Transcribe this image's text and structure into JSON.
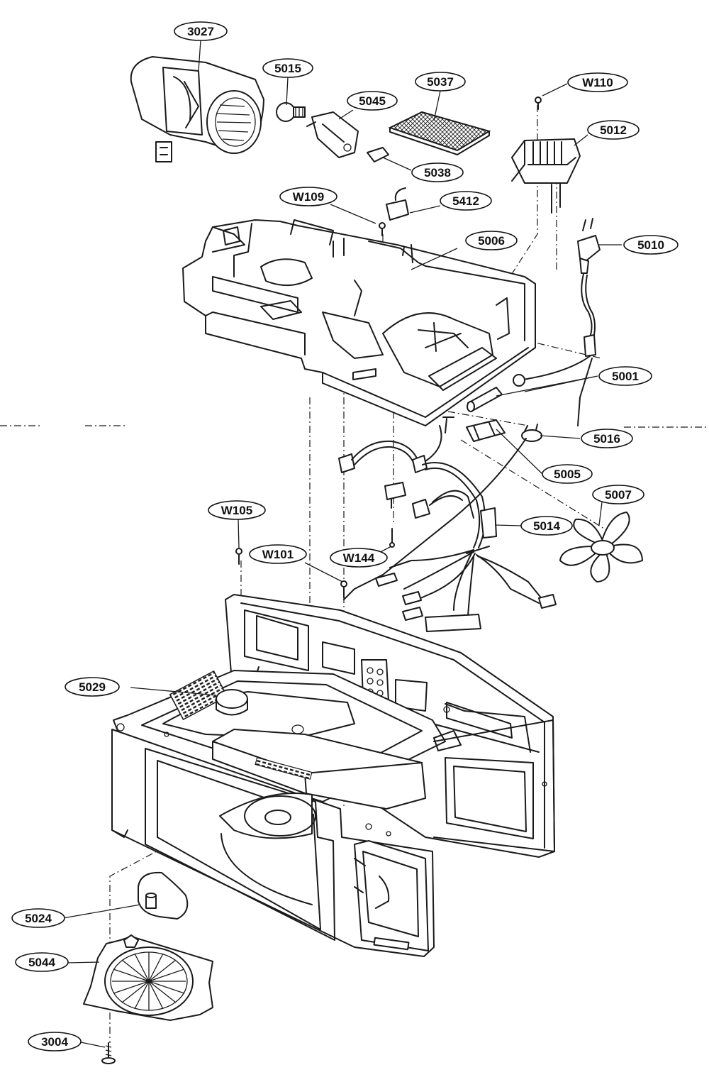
{
  "callouts": [
    {
      "id": "3027",
      "text": "3027"
    },
    {
      "id": "5015",
      "text": "5015"
    },
    {
      "id": "5045",
      "text": "5045"
    },
    {
      "id": "5037",
      "text": "5037"
    },
    {
      "id": "w110",
      "text": "W110"
    },
    {
      "id": "5012",
      "text": "5012"
    },
    {
      "id": "5038",
      "text": "5038"
    },
    {
      "id": "w109",
      "text": "W109"
    },
    {
      "id": "5412",
      "text": "5412"
    },
    {
      "id": "5006",
      "text": "5006"
    },
    {
      "id": "5010",
      "text": "5010"
    },
    {
      "id": "5001",
      "text": "5001"
    },
    {
      "id": "5016",
      "text": "5016"
    },
    {
      "id": "5005",
      "text": "5005"
    },
    {
      "id": "5007",
      "text": "5007"
    },
    {
      "id": "w105",
      "text": "W105"
    },
    {
      "id": "5014",
      "text": "5014"
    },
    {
      "id": "w101",
      "text": "W101"
    },
    {
      "id": "w144",
      "text": "W144"
    },
    {
      "id": "5029",
      "text": "5029"
    },
    {
      "id": "5024",
      "text": "5024"
    },
    {
      "id": "5044",
      "text": "5044"
    },
    {
      "id": "3004",
      "text": "3004"
    }
  ]
}
